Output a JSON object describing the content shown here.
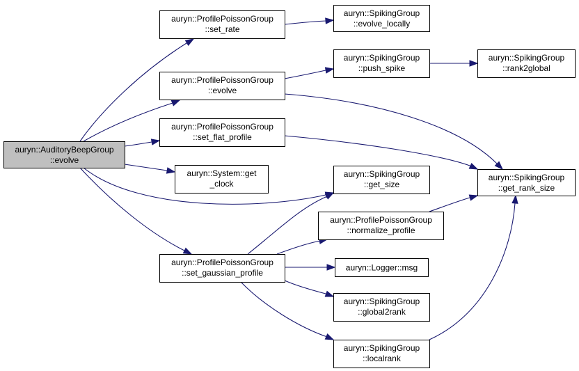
{
  "graph": {
    "title": "",
    "edge_color": "#191970",
    "root_fill": "#bfbfbf",
    "nodes": [
      {
        "id": "root",
        "line1": "auryn::AuditoryBeepGroup",
        "line2": "::evolve",
        "root": true
      },
      {
        "id": "ppg_set_rate",
        "line1": "auryn::ProfilePoissonGroup",
        "line2": "::set_rate"
      },
      {
        "id": "ppg_evolve",
        "line1": "auryn::ProfilePoissonGroup",
        "line2": "::evolve"
      },
      {
        "id": "ppg_set_flat",
        "line1": "auryn::ProfilePoissonGroup",
        "line2": "::set_flat_profile"
      },
      {
        "id": "sys_get_clock",
        "line1": "auryn::System::get",
        "line2": "_clock"
      },
      {
        "id": "ppg_set_gauss",
        "line1": "auryn::ProfilePoissonGroup",
        "line2": "::set_gaussian_profile"
      },
      {
        "id": "sg_evolve_locally",
        "line1": "auryn::SpikingGroup",
        "line2": "::evolve_locally"
      },
      {
        "id": "sg_push_spike",
        "line1": "auryn::SpikingGroup",
        "line2": "::push_spike"
      },
      {
        "id": "sg_get_size",
        "line1": "auryn::SpikingGroup",
        "line2": "::get_size"
      },
      {
        "id": "ppg_normalize",
        "line1": "auryn::ProfilePoissonGroup",
        "line2": "::normalize_profile"
      },
      {
        "id": "logger_msg",
        "line1": "auryn::Logger::msg",
        "line2": ""
      },
      {
        "id": "sg_global2rank",
        "line1": "auryn::SpikingGroup",
        "line2": "::global2rank"
      },
      {
        "id": "sg_localrank",
        "line1": "auryn::SpikingGroup",
        "line2": "::localrank"
      },
      {
        "id": "sg_rank2global",
        "line1": "auryn::SpikingGroup",
        "line2": "::rank2global"
      },
      {
        "id": "sg_get_rank_size",
        "line1": "auryn::SpikingGroup",
        "line2": "::get_rank_size"
      }
    ],
    "edges": [
      {
        "from": "root",
        "to": "ppg_set_rate"
      },
      {
        "from": "root",
        "to": "ppg_evolve"
      },
      {
        "from": "root",
        "to": "ppg_set_flat"
      },
      {
        "from": "root",
        "to": "sys_get_clock"
      },
      {
        "from": "root",
        "to": "sg_get_size"
      },
      {
        "from": "root",
        "to": "ppg_set_gauss"
      },
      {
        "from": "ppg_set_rate",
        "to": "sg_evolve_locally"
      },
      {
        "from": "ppg_evolve",
        "to": "sg_push_spike"
      },
      {
        "from": "ppg_evolve",
        "to": "sg_get_rank_size"
      },
      {
        "from": "ppg_set_flat",
        "to": "sg_get_rank_size"
      },
      {
        "from": "sg_push_spike",
        "to": "sg_rank2global"
      },
      {
        "from": "ppg_set_gauss",
        "to": "sg_get_size"
      },
      {
        "from": "ppg_set_gauss",
        "to": "ppg_normalize"
      },
      {
        "from": "ppg_set_gauss",
        "to": "logger_msg"
      },
      {
        "from": "ppg_set_gauss",
        "to": "sg_global2rank"
      },
      {
        "from": "ppg_set_gauss",
        "to": "sg_localrank"
      },
      {
        "from": "ppg_normalize",
        "to": "sg_get_rank_size"
      },
      {
        "from": "sg_localrank",
        "to": "sg_get_rank_size"
      }
    ]
  }
}
